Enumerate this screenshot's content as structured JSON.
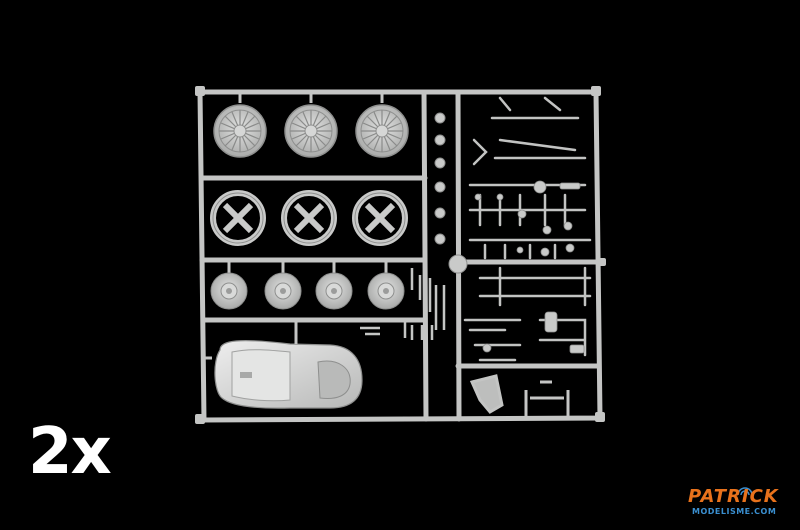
{
  "image": {
    "background_color": "#000000",
    "plastic_color": "#cfd0cf",
    "subject": "model-kit-sprue"
  },
  "quantity_label": "2x",
  "watermark": {
    "top_text": "PATRICK",
    "bottom_text": "MODELISME.COM",
    "accent_color": "#e8721c",
    "secondary_color": "#3a8fd0"
  }
}
